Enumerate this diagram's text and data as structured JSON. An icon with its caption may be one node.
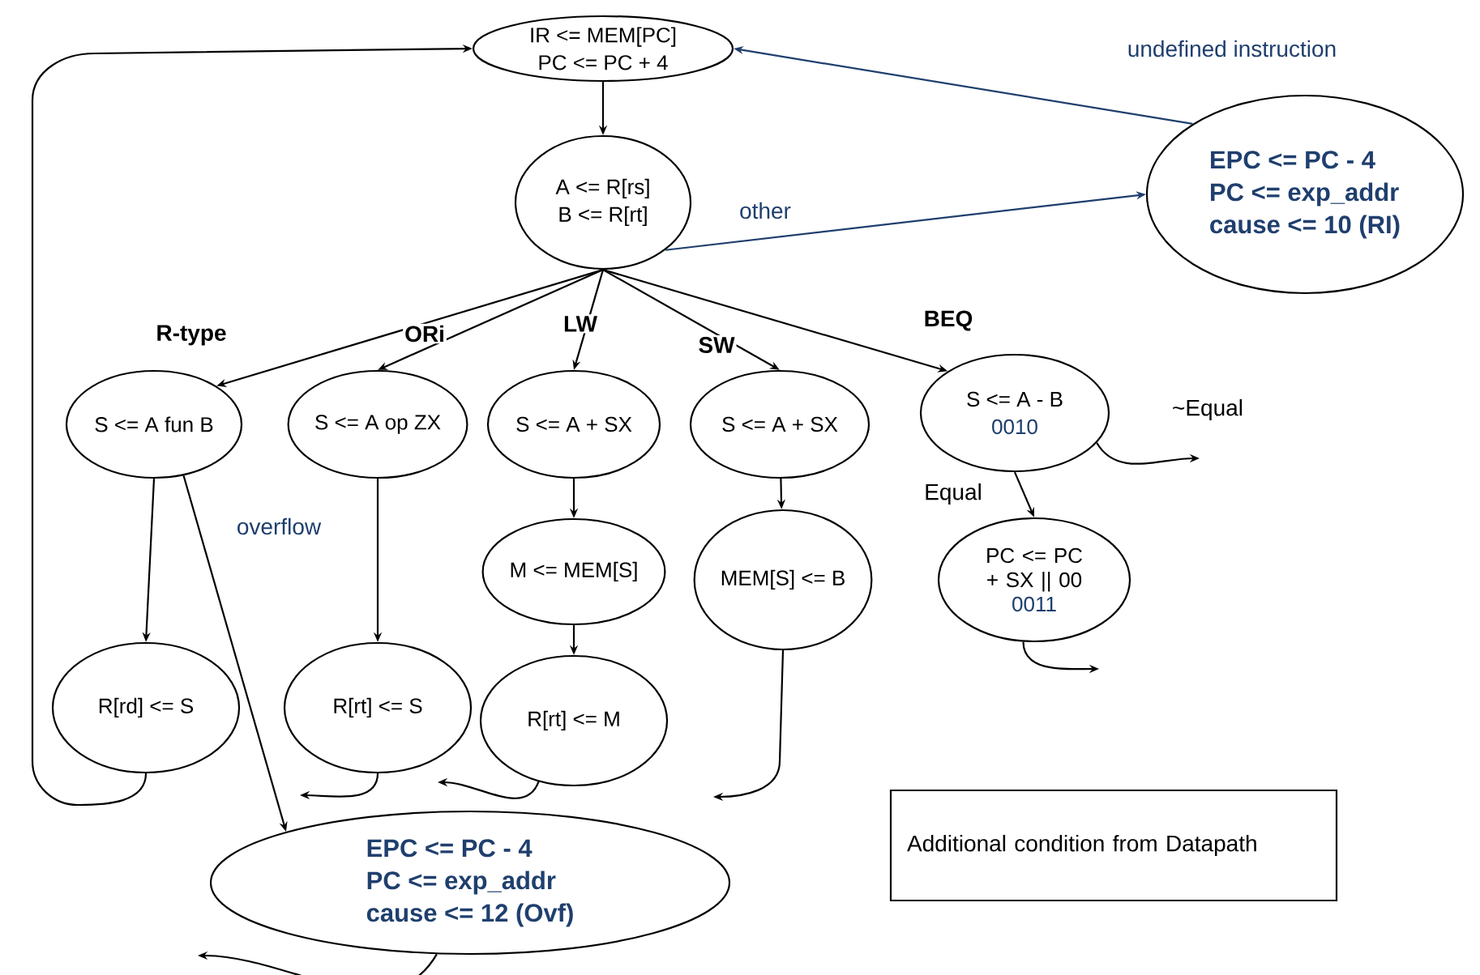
{
  "diagram": {
    "nodes": [
      {
        "text": [
          "IR <= MEM[PC]",
          "PC <= PC + 4"
        ]
      },
      {
        "text": [
          "A <= R[rs]",
          "B <= R[rt]"
        ]
      },
      {
        "text": [
          "EPC <= PC - 4",
          "PC <= exp_addr",
          "cause <= 10 (RI)"
        ]
      },
      {
        "text": [
          "S <= A fun B"
        ]
      },
      {
        "text": [
          "S <= A op ZX"
        ]
      },
      {
        "text": [
          "S <= A + SX"
        ]
      },
      {
        "text": [
          "S <= A + SX"
        ]
      },
      {
        "text": [
          "S <= A - B",
          "0010"
        ]
      },
      {
        "text": [
          "R[rd] <= S"
        ]
      },
      {
        "text": [
          "R[rt] <= S"
        ]
      },
      {
        "text": [
          "M <= MEM[S]"
        ]
      },
      {
        "text": [
          "MEM[S] <= B"
        ]
      },
      {
        "text": [
          "PC <= PC + SX || 00",
          "0011"
        ]
      },
      {
        "text": [
          "R[rt] <= M"
        ]
      },
      {
        "text": [
          "EPC <= PC - 4",
          "PC <= exp_addr",
          "cause <= 12 (Ovf)"
        ]
      },
      {
        "text": [
          "Additional condition from Datapath"
        ]
      }
    ],
    "edges": [
      {
        "from": 0,
        "to": 1,
        "arrow": "to"
      },
      {
        "from": 1,
        "to": 3,
        "arrow": "to",
        "label": "R-type"
      },
      {
        "from": 1,
        "to": 4,
        "arrow": "to",
        "label": "ORi"
      },
      {
        "from": 1,
        "to": 5,
        "arrow": "to",
        "label": "LW"
      },
      {
        "from": 1,
        "to": 6,
        "arrow": "to",
        "label": "SW"
      },
      {
        "from": 1,
        "to": 7,
        "arrow": "to",
        "label": "BEQ"
      },
      {
        "from": 1,
        "to": 2,
        "arrow": "to",
        "label": "other",
        "color": "#1f3f6e"
      },
      {
        "from": 2,
        "to": 0,
        "arrow": "to",
        "label": "undefined instruction",
        "color": "#1f3f6e"
      },
      {
        "from": 3,
        "to": 8,
        "arrow": "to"
      },
      {
        "from": 3,
        "to": 14,
        "arrow": "to"
      },
      {
        "from": 4,
        "to": 9,
        "arrow": "to"
      },
      {
        "from": 5,
        "to": 10,
        "arrow": "to"
      },
      {
        "from": 10,
        "to": 13,
        "arrow": "to"
      },
      {
        "from": 7,
        "to": 12,
        "arrow": "to",
        "label": "Equal"
      },
      {
        "from": 7,
        "to": null,
        "arrow": "to",
        "label": "~Equal"
      },
      {
        "from": 8,
        "to": 0,
        "arrow": "to"
      },
      {
        "from": 9,
        "to": null,
        "arrow": "to"
      },
      {
        "from": 13,
        "to": null,
        "arrow": "to"
      },
      {
        "from": 6,
        "to": 11,
        "arrow": "to"
      },
      {
        "from": 11,
        "to": null,
        "arrow": "to"
      },
      {
        "from": 12,
        "to": null,
        "arrow": "to"
      },
      {
        "from": 14,
        "to": null,
        "arrow": "to"
      }
    ],
    "labels": [
      "overflow"
    ]
  }
}
